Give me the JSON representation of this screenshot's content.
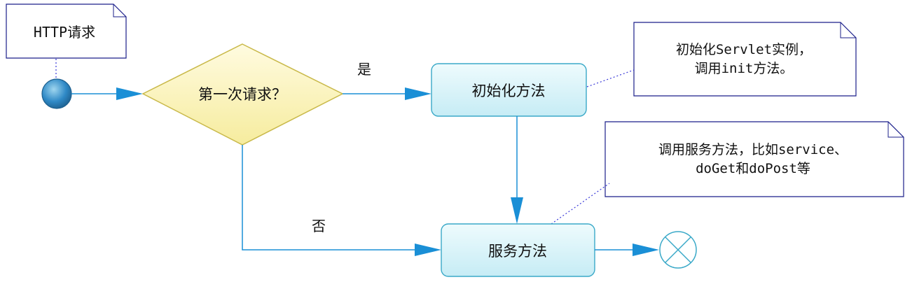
{
  "notes": {
    "http_request": "HTTP请求",
    "init_note_line1": "初始化Servlet实例，",
    "init_note_line2": "调用init方法。",
    "service_note_line1": "调用服务方法，比如service、",
    "service_note_line2": "doGet和doPost等"
  },
  "decision": {
    "label": "第一次请求？"
  },
  "nodes": {
    "init_method": "初始化方法",
    "service_method": "服务方法"
  },
  "edges": {
    "yes": "是",
    "no": "否"
  },
  "colors": {
    "line": "#1a8fd6",
    "note_border": "#1b1f8a",
    "decision_fill": "#fbf3b8",
    "decision_stroke": "#c9b94a",
    "action_fill": "#d9f3f8",
    "action_stroke": "#3aa9c8",
    "dotted": "#3a3ad8"
  }
}
